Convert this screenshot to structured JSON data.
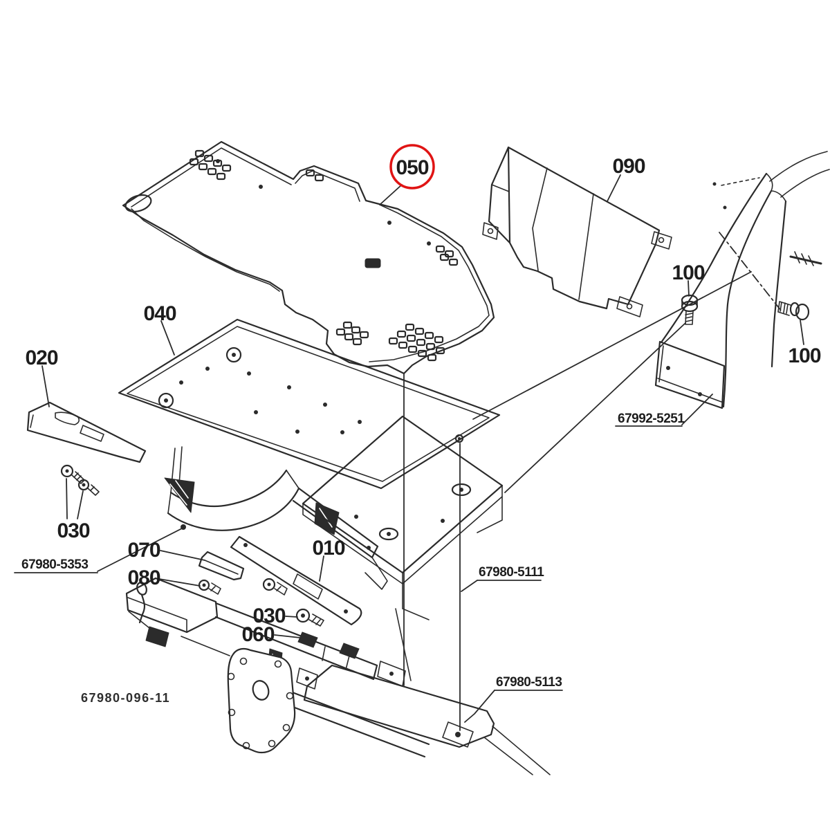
{
  "diagram": {
    "type": "exploded-parts-diagram",
    "drawing_code": "67980-096-11"
  },
  "colors": {
    "line": "#2b2b2b",
    "background": "#ffffff",
    "highlight": "#e01414"
  },
  "callouts": [
    {
      "ref": "050",
      "highlighted": true
    },
    {
      "ref": "090",
      "highlighted": false
    },
    {
      "ref": "100",
      "highlighted": false
    },
    {
      "ref": "100",
      "highlighted": false
    },
    {
      "ref": "040",
      "highlighted": false
    },
    {
      "ref": "020",
      "highlighted": false
    },
    {
      "ref": "030",
      "highlighted": false
    },
    {
      "ref": "070",
      "highlighted": false
    },
    {
      "ref": "080",
      "highlighted": false
    },
    {
      "ref": "010",
      "highlighted": false
    },
    {
      "ref": "030",
      "highlighted": false
    },
    {
      "ref": "060",
      "highlighted": false
    }
  ],
  "part_numbers": [
    {
      "text": "67980-5353"
    },
    {
      "text": "67992-5251"
    },
    {
      "text": "67980-5111"
    },
    {
      "text": "67980-5113"
    }
  ],
  "footer": {
    "drawing_code": "67980-096-11"
  }
}
